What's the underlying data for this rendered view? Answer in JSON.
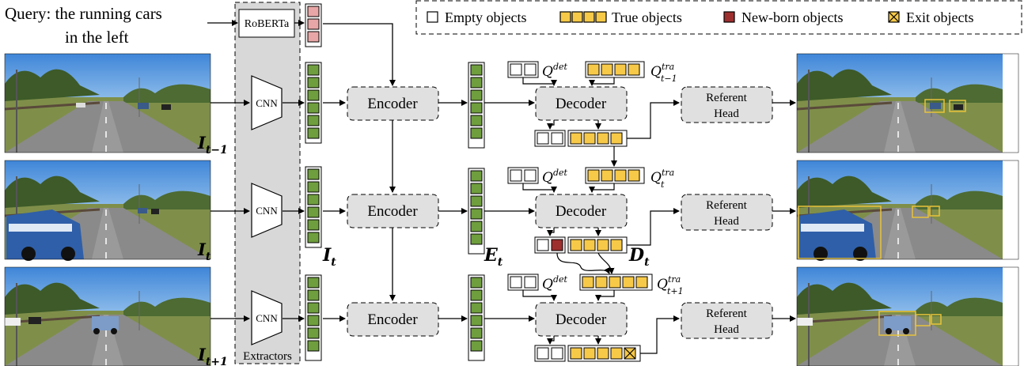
{
  "query": {
    "line1": "Query: the running cars",
    "line2": "in the left"
  },
  "legend": {
    "empty": "Empty objects",
    "true_obj": "True objects",
    "new_born": "New-born objects",
    "exit": "Exit objects"
  },
  "modules": {
    "text_encoder": "RoBERTa",
    "cnn": "CNN",
    "extractors": "Extractors",
    "encoder": "Encoder",
    "decoder": "Decoder",
    "referent_head_line1": "Referent",
    "referent_head_line2": "Head"
  },
  "frame_labels": {
    "prev": {
      "base": "I",
      "sub": "t−1"
    },
    "cur": {
      "base": "I",
      "sub": "t"
    },
    "next": {
      "base": "I",
      "sub": "t+1"
    }
  },
  "feature_labels": {
    "image": {
      "base": "I",
      "sub": "t"
    },
    "encoded": {
      "base": "E",
      "sub": "t"
    },
    "decoded": {
      "base": "D",
      "sub": "t"
    }
  },
  "queries": {
    "det": {
      "base": "Q",
      "sup": "det"
    },
    "tra_prev": {
      "base": "Q",
      "sup": "tra",
      "sub": "t−1"
    },
    "tra_cur": {
      "base": "Q",
      "sup": "tra",
      "sub": "t"
    },
    "tra_next": {
      "base": "Q",
      "sup": "tra",
      "sub": "t+1"
    }
  },
  "colors": {
    "true_obj": "#f7c948",
    "new_born": "#9e2f2f",
    "feature": "#6f9e3e",
    "text_token": "#e8a6a6",
    "module_fill": "#e0e0e0",
    "extractor_panel": "#d8d8d8",
    "detection_box": "#e8c23a"
  }
}
